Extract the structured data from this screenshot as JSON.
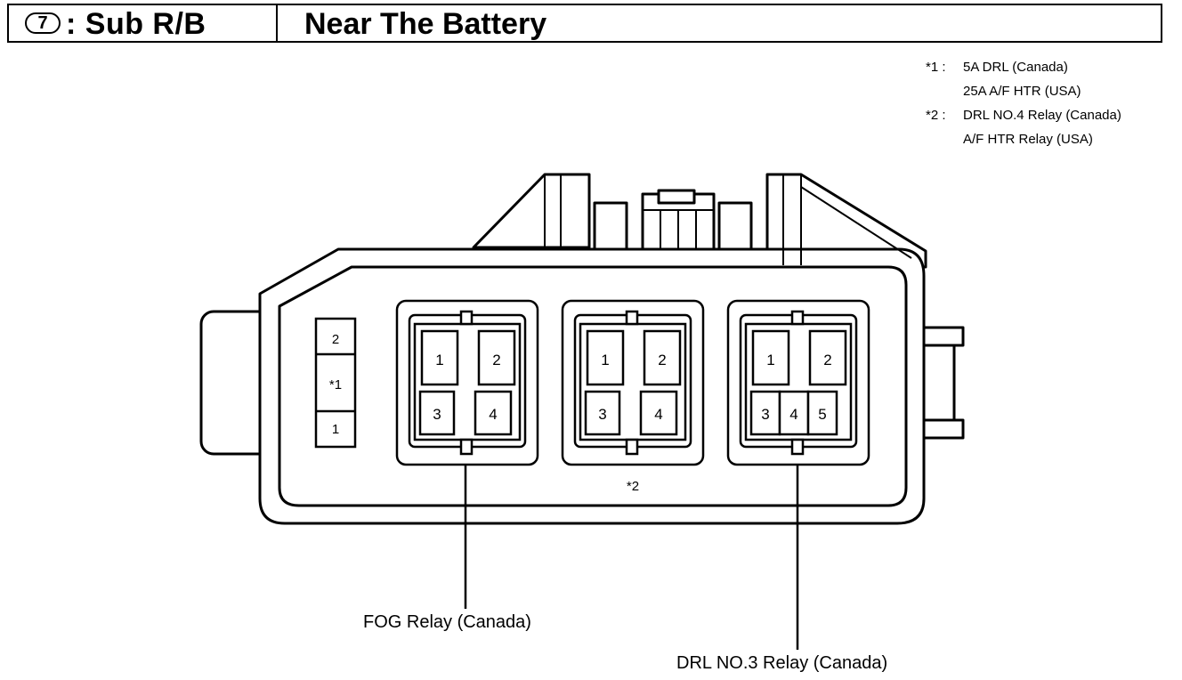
{
  "header": {
    "number": "7",
    "location_code": ": Sub R/B",
    "location_name": "Near The Battery"
  },
  "notes": [
    {
      "key": "*1 :",
      "lines": [
        "5A DRL (Canada)",
        "25A A/F HTR (USA)"
      ]
    },
    {
      "key": "*2 :",
      "lines": [
        "DRL NO.4 Relay (Canada)",
        "A/F HTR Relay (USA)"
      ]
    }
  ],
  "fuse": {
    "top": "2",
    "middle": "*1",
    "bottom": "1"
  },
  "relays": [
    {
      "id": "left",
      "terminals": [
        "1",
        "2",
        "3",
        "4"
      ]
    },
    {
      "id": "center",
      "terminals": [
        "1",
        "2",
        "3",
        "4"
      ],
      "marker": "*2"
    },
    {
      "id": "right",
      "terminals": [
        "1",
        "2",
        "3",
        "4",
        "5"
      ]
    }
  ],
  "callouts": {
    "fog_relay": "FOG Relay (Canada)",
    "drl3_relay": "DRL NO.3 Relay (Canada)"
  }
}
